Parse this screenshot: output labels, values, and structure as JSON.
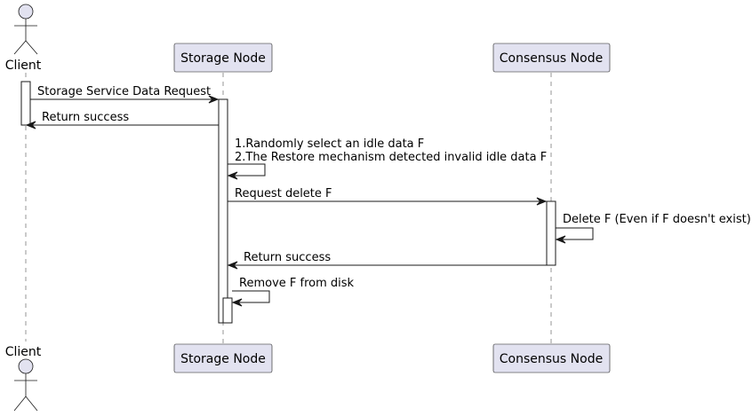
{
  "participants": {
    "client": "Client",
    "storage": "Storage Node",
    "consensus": "Consensus Node"
  },
  "messages": [
    "Storage Service Data Request",
    "Return success",
    "1.Randomly select an idle data F",
    "2.The Restore mechanism detected invalid idle data F",
    "Request delete F",
    "Delete F (Even if F doesn't exist)",
    "Return success",
    "Remove F from disk"
  ],
  "colors": {
    "participant_fill": "#e2e2f0",
    "line": "#181818",
    "background": "#ffffff"
  }
}
